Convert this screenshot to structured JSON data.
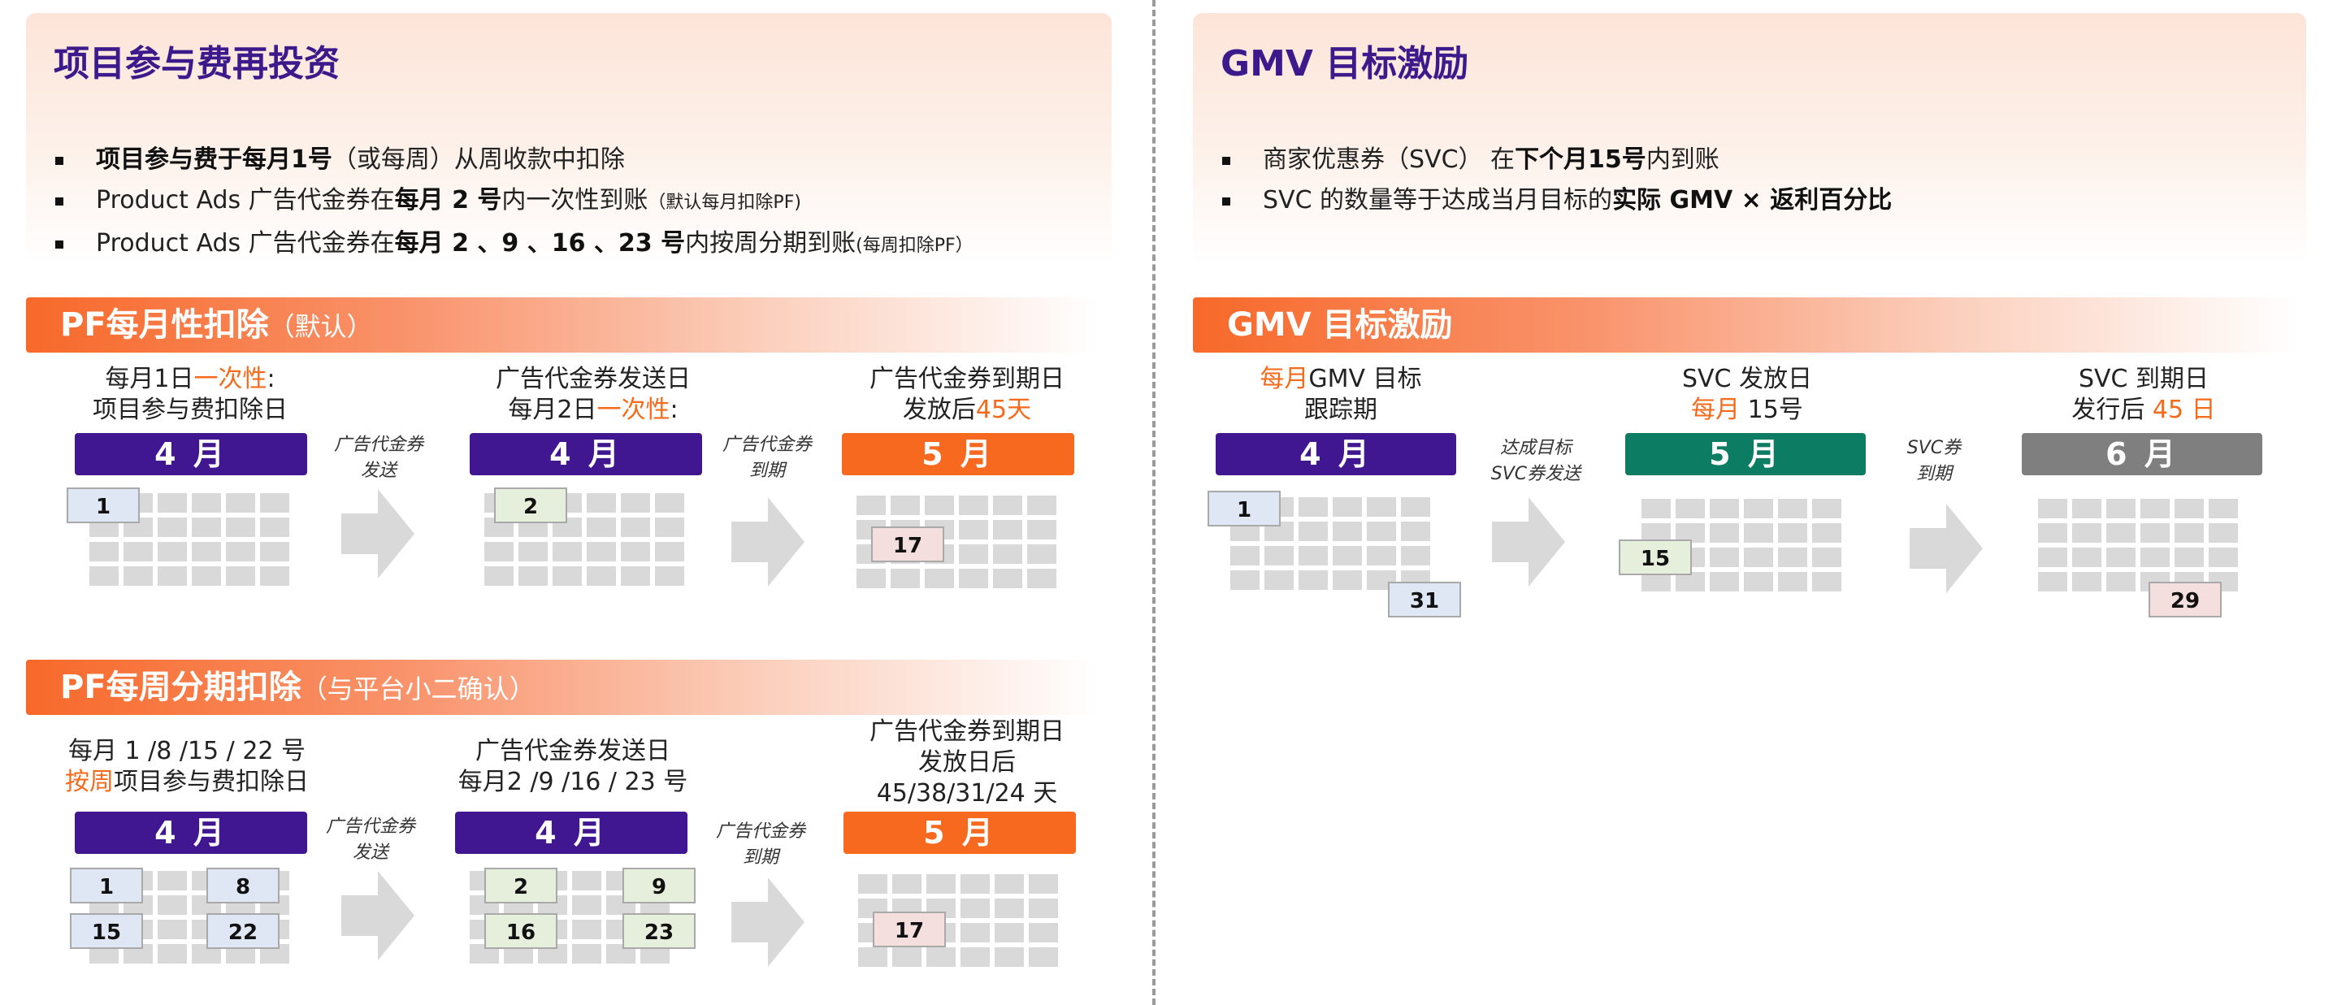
{
  "left_panel": {
    "title": "项目参与费再投资",
    "bullets": [
      {
        "b1": "项目参与费于每月1号",
        "n1": "（或每周）从周收款中扣除"
      },
      {
        "n1": "Product Ads 广告代金券在",
        "b1": "每月 2 号",
        "n2": "内一次性到账",
        "s1": "（默认每月扣除PF)"
      },
      {
        "n1": "Product Ads 广告代金券在",
        "b1": "每月 2 、9 、16 、23 号",
        "n2": "内按周分期到账",
        "s1": "(每周扣除PF）"
      }
    ]
  },
  "right_panel": {
    "title": "GMV 目标激励",
    "bullets": [
      {
        "n1": "商家优惠券（SVC） 在",
        "b1": "下个月15号",
        "n2": "内到账"
      },
      {
        "n1": "SVC 的数量等于达成当月目标的",
        "b1": "实际 GMV × 返利百分比"
      }
    ]
  },
  "section_monthly": {
    "title": "PF每月性扣除",
    "subtitle": "（默认）",
    "col1": {
      "l1a": "每月1日",
      "l1b": "一次性",
      "l1c": ":",
      "l2": "项目参与费扣除日",
      "month": "4 月",
      "day": "1"
    },
    "arrow1": {
      "l1": "广告代金券",
      "l2": "发送"
    },
    "col2": {
      "l1": "广告代金券发送日",
      "l2a": "每月2日",
      "l2b": "一次性",
      "l2c": ":",
      "month": "4 月",
      "day": "2"
    },
    "arrow2": {
      "l1": "广告代金券",
      "l2": "到期"
    },
    "col3": {
      "l1": "广告代金券到期日",
      "l2a": "发放后",
      "l2b": "45天",
      "month": "5 月",
      "day": "17"
    }
  },
  "section_weekly": {
    "title": "PF每周分期扣除",
    "subtitle": "（与平台小二确认）",
    "col1": {
      "l1": "每月 1 /8 /15 / 22 号",
      "l2a": "按周",
      "l2b": "项目参与费扣除日",
      "month": "4 月",
      "days": [
        "1",
        "8",
        "15",
        "22"
      ]
    },
    "arrow1": {
      "l1": "广告代金券",
      "l2": "发送"
    },
    "col2": {
      "l1": "广告代金券发送日",
      "l2": "每月2 /9 /16 / 23 号",
      "month": "4 月",
      "days": [
        "2",
        "9",
        "16",
        "23"
      ]
    },
    "arrow2": {
      "l1": "广告代金券",
      "l2": "到期"
    },
    "col3": {
      "l1": "广告代金券到期日",
      "l2": "发放日后",
      "l3": "45/38/31/24 天",
      "month": "5 月",
      "day": "17"
    }
  },
  "section_gmv": {
    "title": "GMV 目标激励",
    "col1": {
      "l1a": "每月",
      "l1b": "GMV 目标",
      "l2": "跟踪期",
      "month": "4 月",
      "day_start": "1",
      "day_end": "31"
    },
    "arrow1": {
      "l1": "达成目标",
      "l2": "SVC券发送"
    },
    "col2": {
      "l1": "SVC 发放日",
      "l2a": "每月",
      "l2b": " 15号",
      "month": "5 月",
      "day": "15"
    },
    "arrow2": {
      "l1": "SVC券",
      "l2": "到期"
    },
    "col3": {
      "l1": "SVC 到期日",
      "l2a": "发行后 ",
      "l2b": "45 日",
      "month": "6 月",
      "day": "29"
    }
  },
  "colors": {
    "purple": "#401790",
    "orange": "#f7691f",
    "green": "#0c7c62",
    "gray": "#7f7f7f",
    "highlight": "#f56a1b"
  }
}
